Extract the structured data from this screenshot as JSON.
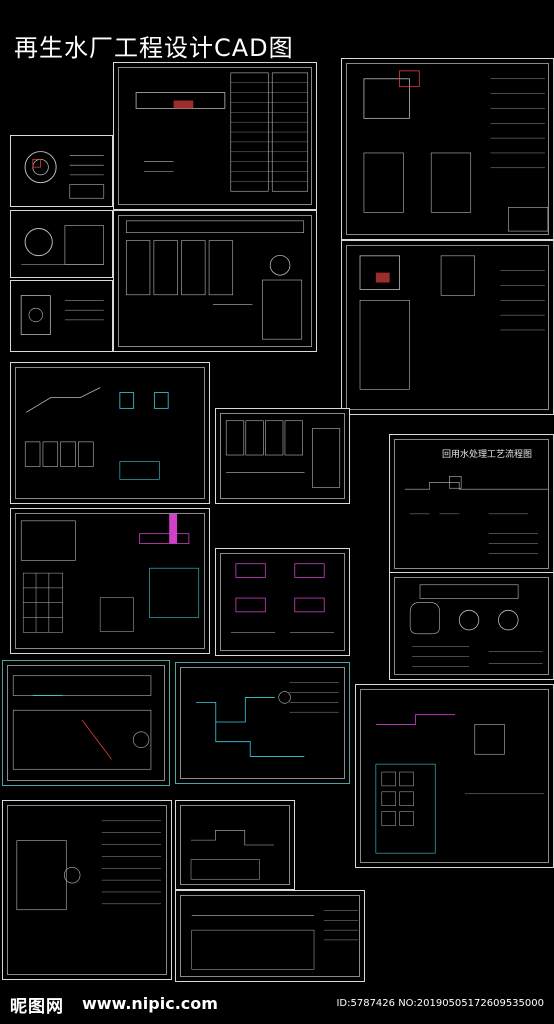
{
  "title": "再生水厂工程设计CAD图",
  "flow_sheet_title": "回用水处理工艺流程图",
  "watermark": {
    "logo": "昵图网",
    "site": "www.nipic.com",
    "id_line": "ID:5787426 NO:20190505172609535000"
  },
  "colors": {
    "background": "#000000",
    "line": "#d9d9d9",
    "accent_cyan": "#3fd0e0",
    "accent_magenta": "#d040c8",
    "accent_red": "#e04040",
    "accent_green": "#40c060",
    "accent_yellow": "#d8c840"
  }
}
